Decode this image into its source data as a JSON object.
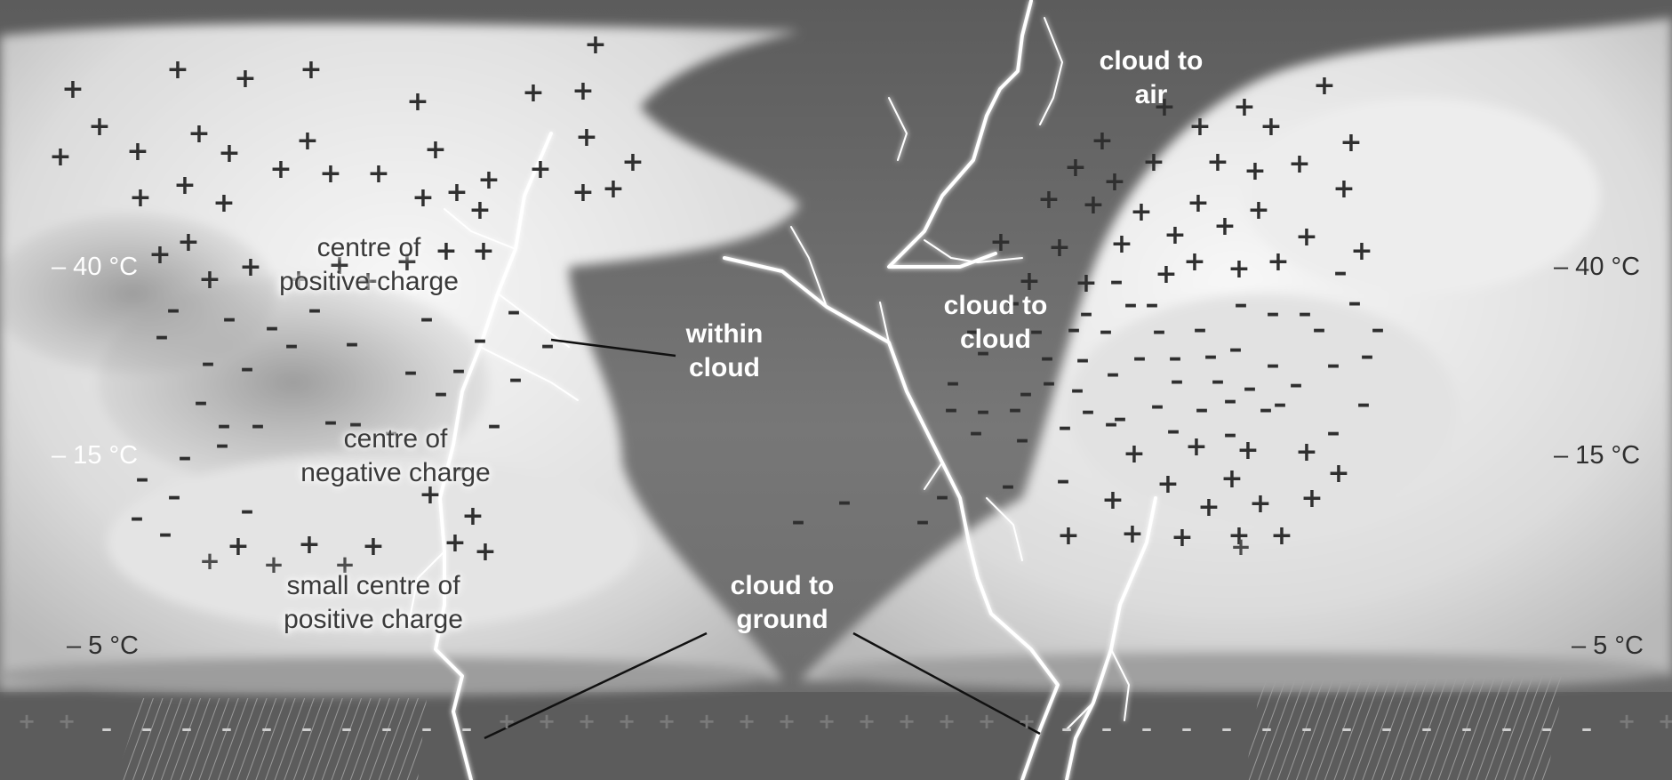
{
  "labels": {
    "cloud_to_air": [
      "cloud to",
      "air"
    ],
    "cloud_to_cloud": [
      "cloud to",
      "cloud"
    ],
    "within_cloud": [
      "within",
      "cloud"
    ],
    "cloud_to_ground": [
      "cloud to",
      "ground"
    ],
    "centre_positive": [
      "centre of",
      "positive charge"
    ],
    "centre_negative": [
      "centre of",
      "negative charge"
    ],
    "small_centre_positive": [
      "small centre of",
      "positive charge"
    ]
  },
  "temperatures": {
    "left": [
      "– 40 °C",
      "– 15 °C",
      "– 5 °C"
    ],
    "right": [
      "– 40 °C",
      "– 15 °C",
      "– 5 °C"
    ]
  },
  "symbols": {
    "plus": "+",
    "minus": "–"
  },
  "colors": {
    "sky": "#6f6f6f",
    "cloud": "#e8e8e8",
    "ground": "#5e5e5e",
    "lightning": "#ffffff",
    "charge_symbol": "#2f2f2f"
  }
}
